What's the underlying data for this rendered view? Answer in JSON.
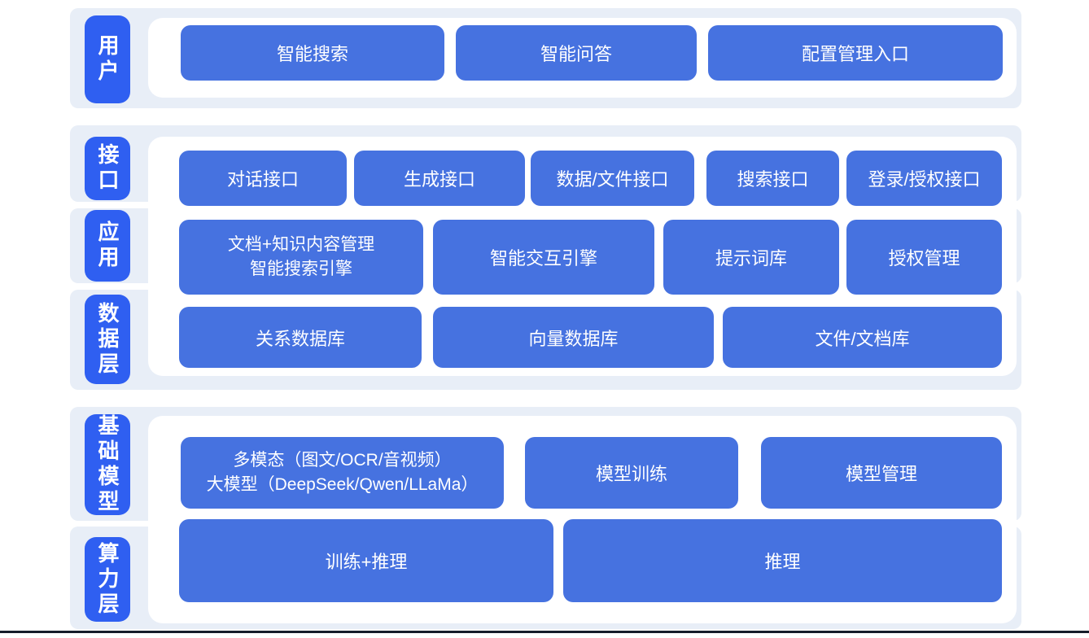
{
  "diagram": {
    "layers": {
      "user": {
        "label": "用户",
        "boxes": {
          "smart_search": "智能搜索",
          "smart_qa": "智能问答",
          "config_entry": "配置管理入口"
        }
      },
      "interface": {
        "label": "接口",
        "boxes": {
          "dialog_api": "对话接口",
          "generation_api": "生成接口",
          "data_file_api": "数据/文件接口",
          "search_api": "搜索接口",
          "login_auth_api": "登录/授权接口"
        }
      },
      "application": {
        "label": "应用",
        "boxes": {
          "doc_knowledge": {
            "line1": "文档+知识内容管理",
            "line2": "智能搜索引擎"
          },
          "interaction_engine": "智能交互引擎",
          "prompt_library": "提示词库",
          "auth_management": "授权管理"
        }
      },
      "data": {
        "label": "数据层",
        "boxes": {
          "relational_db": "关系数据库",
          "vector_db": "向量数据库",
          "file_doc_store": "文件/文档库"
        }
      },
      "foundation_model": {
        "label": "基础模型",
        "boxes": {
          "multimodal_llm": {
            "line1": "多模态（图文/OCR/音视频）",
            "line2": "大模型（DeepSeek/Qwen/LLaMa）"
          },
          "model_training": "模型训练",
          "model_management": "模型管理"
        }
      },
      "compute": {
        "label": "算力层",
        "boxes": {
          "train_inference": "训练+推理",
          "inference": "推理"
        }
      }
    },
    "colors": {
      "box_blue": "#4672e0",
      "label_blue": "#2f5ff1",
      "strip_gray": "#e8eef7",
      "panel_white": "#ffffff",
      "bottom_line": "#161d2b"
    }
  }
}
